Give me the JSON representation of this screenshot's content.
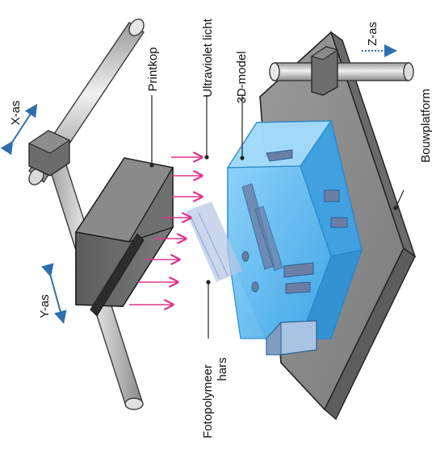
{
  "labels": {
    "x_axis": "X-as",
    "y_axis": "Y-as",
    "z_axis": "Z-as",
    "printkop": "Printkop",
    "uv_light": "Ultraviolet licht",
    "model_3d": "3D-model",
    "platform": "Bouwplatform",
    "resin_line1": "Fotopolymeer",
    "resin_line2": "hars"
  },
  "colors": {
    "rod": "#c9c9c9",
    "rod_edge": "#3a3a3a",
    "printhead": "#6f6f6f",
    "platform": "#8c8c8c",
    "model": "#4ab0ea",
    "uv": "#e0338a",
    "arrow": "#2f6fb0"
  }
}
